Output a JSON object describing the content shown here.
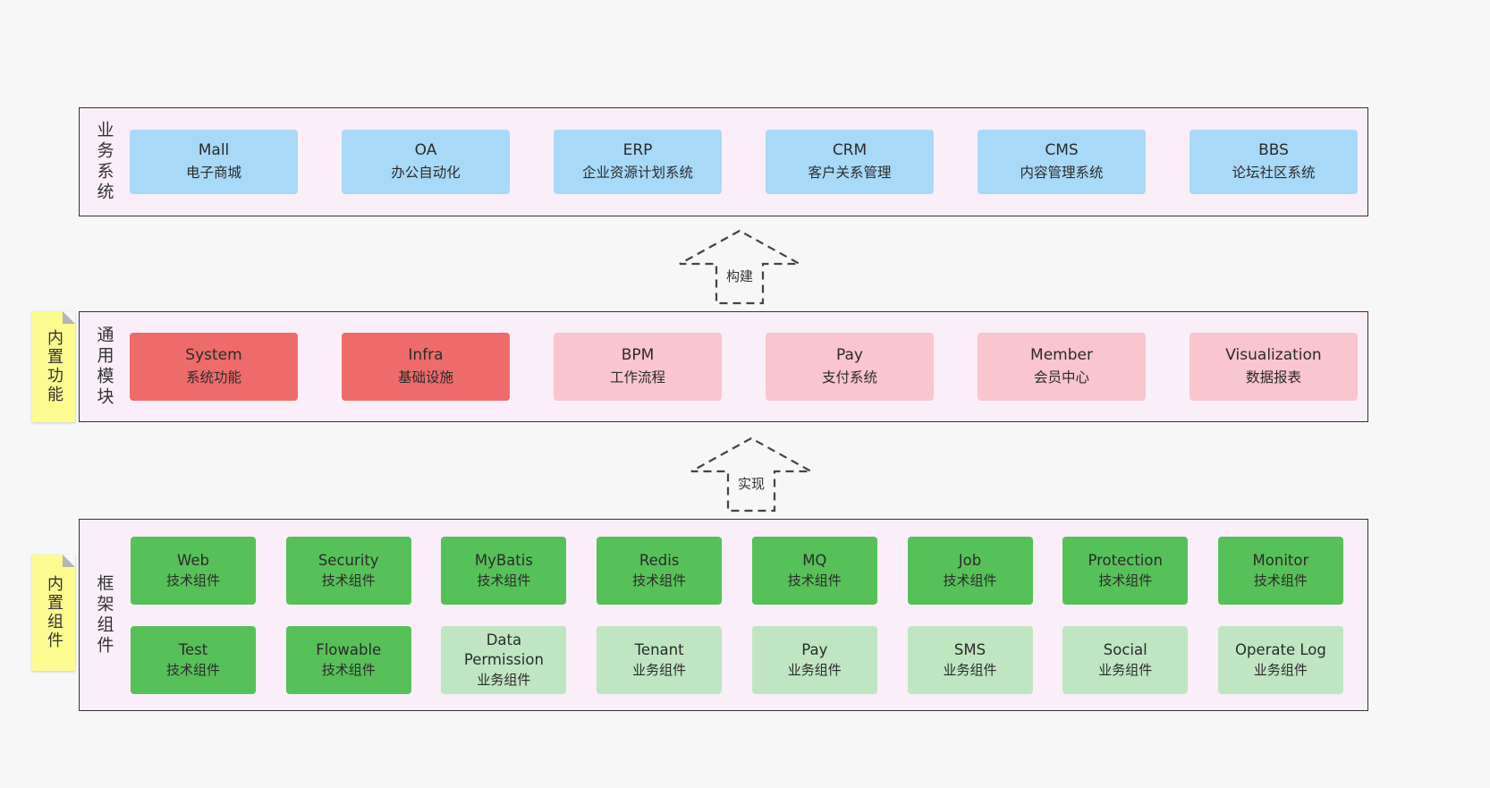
{
  "colors": {
    "page-bg": "#f7f7f7",
    "section-bg": "#faeef8",
    "section-border": "#333333",
    "blue-box": "#a8d9f6",
    "red-box": "#ee6b6b",
    "pink-box": "#f9c5ce",
    "green-box": "#56c158",
    "lightgreen-box": "#bfe6c0",
    "sticky-bg": "#fbfb90",
    "text": "#2b2b2b"
  },
  "sections": {
    "business": {
      "label": "业务系统",
      "boxes": [
        {
          "title": "Mall",
          "subtitle": "电子商城"
        },
        {
          "title": "OA",
          "subtitle": "办公自动化"
        },
        {
          "title": "ERP",
          "subtitle": "企业资源计划系统"
        },
        {
          "title": "CRM",
          "subtitle": "客户关系管理"
        },
        {
          "title": "CMS",
          "subtitle": "内容管理系统"
        },
        {
          "title": "BBS",
          "subtitle": "论坛社区系统"
        }
      ]
    },
    "modules": {
      "label": "通用模块",
      "sticky": "内置功能",
      "boxes": [
        {
          "title": "System",
          "subtitle": "系统功能"
        },
        {
          "title": "Infra",
          "subtitle": "基础设施"
        },
        {
          "title": "BPM",
          "subtitle": "工作流程"
        },
        {
          "title": "Pay",
          "subtitle": "支付系统"
        },
        {
          "title": "Member",
          "subtitle": "会员中心"
        },
        {
          "title": "Visualization",
          "subtitle": "数据报表"
        }
      ]
    },
    "components": {
      "label": "框架组件",
      "sticky": "内置组件",
      "row1": [
        {
          "title": "Web",
          "subtitle": "技术组件"
        },
        {
          "title": "Security",
          "subtitle": "技术组件"
        },
        {
          "title": "MyBatis",
          "subtitle": "技术组件"
        },
        {
          "title": "Redis",
          "subtitle": "技术组件"
        },
        {
          "title": "MQ",
          "subtitle": "技术组件"
        },
        {
          "title": "Job",
          "subtitle": "技术组件"
        },
        {
          "title": "Protection",
          "subtitle": "技术组件"
        },
        {
          "title": "Monitor",
          "subtitle": "技术组件"
        }
      ],
      "row2": [
        {
          "title": "Test",
          "subtitle": "技术组件"
        },
        {
          "title": "Flowable",
          "subtitle": "技术组件"
        },
        {
          "title": "Data Permission",
          "subtitle": "业务组件"
        },
        {
          "title": "Tenant",
          "subtitle": "业务组件"
        },
        {
          "title": "Pay",
          "subtitle": "业务组件"
        },
        {
          "title": "SMS",
          "subtitle": "业务组件"
        },
        {
          "title": "Social",
          "subtitle": "业务组件"
        },
        {
          "title": "Operate Log",
          "subtitle": "业务组件"
        }
      ]
    }
  },
  "arrows": {
    "build": "构建",
    "implement": "实现"
  }
}
